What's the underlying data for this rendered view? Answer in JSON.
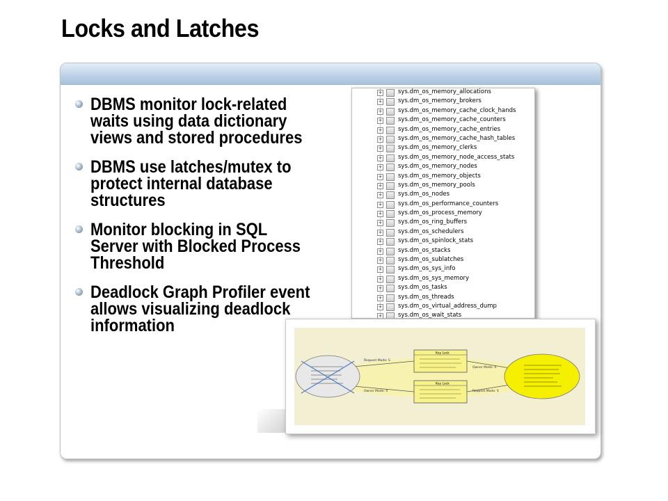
{
  "slide": {
    "title": "Locks and Latches",
    "bullets": [
      "DBMS monitor lock-related waits using data dictionary views and stored procedures",
      "DBMS use latches/mutex to protect internal database structures",
      "Monitor blocking in SQL Server  with Blocked Process Threshold",
      "Deadlock Graph Profiler event allows visualizing deadlock information"
    ]
  },
  "tree": {
    "items": [
      "sys.dm_os_memory_allocations",
      "sys.dm_os_memory_brokers",
      "sys.dm_os_memory_cache_clock_hands",
      "sys.dm_os_memory_cache_counters",
      "sys.dm_os_memory_cache_entries",
      "sys.dm_os_memory_cache_hash_tables",
      "sys.dm_os_memory_clerks",
      "sys.dm_os_memory_node_access_stats",
      "sys.dm_os_memory_nodes",
      "sys.dm_os_memory_objects",
      "sys.dm_os_memory_pools",
      "sys.dm_os_nodes",
      "sys.dm_os_performance_counters",
      "sys.dm_os_process_memory",
      "sys.dm_os_ring_buffers",
      "sys.dm_os_schedulers",
      "sys.dm_os_spinlock_stats",
      "sys.dm_os_stacks",
      "sys.dm_os_sublatches",
      "sys.dm_os_sys_info",
      "sys.dm_os_sys_memory",
      "sys.dm_os_tasks",
      "sys.dm_os_threads",
      "sys.dm_os_virtual_address_dump",
      "sys.dm_os_wait_stats"
    ]
  },
  "deadlock": {
    "key_lock_label": "Key Lock",
    "owner_mode_label": "Owner Mode: X",
    "request_mode_label": "Request Mode: S",
    "colors": {
      "background": "#f3efd2",
      "victim": "#e8e8e8",
      "winner": "#f5f000",
      "lock_box": "#f7f28a",
      "cross": "#4a7fc1"
    }
  }
}
